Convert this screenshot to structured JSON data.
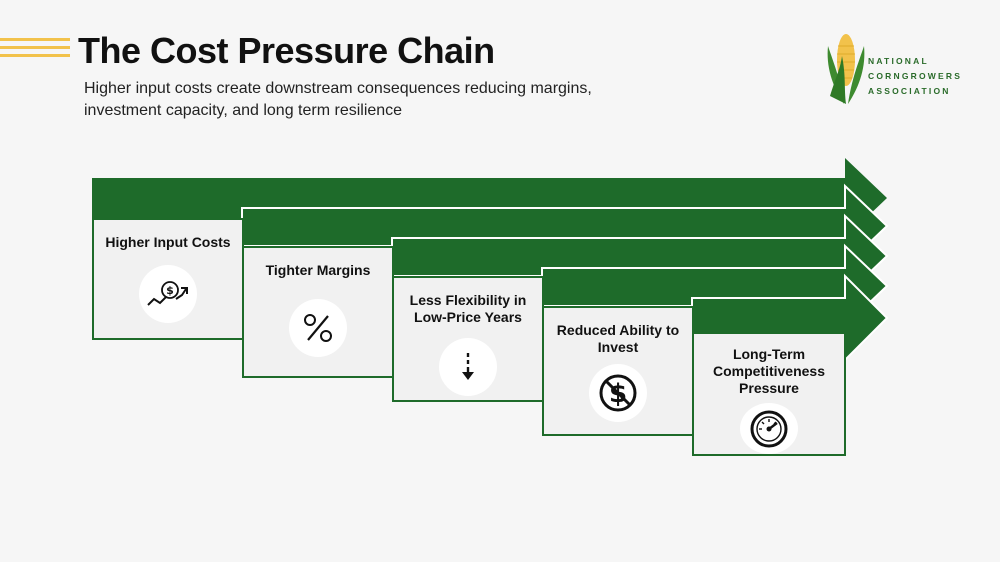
{
  "header": {
    "title": "The Cost Pressure Chain",
    "subtitle": "Higher input costs create downstream consequences reducing margins, investment capacity, and long term resilience"
  },
  "logo": {
    "line1": "NATIONAL",
    "line2": "CORNGROWERS",
    "line3": "ASSOCIATION"
  },
  "chain": {
    "steps": [
      {
        "label": "Higher Input Costs",
        "icon": "rising-cost-icon"
      },
      {
        "label": "Tighter Margins",
        "icon": "percent-icon"
      },
      {
        "label": "Less Flexibility in Low-Price Years",
        "icon": "arrow-down-icon"
      },
      {
        "label": "Reduced Ability to Invest",
        "icon": "no-dollar-icon"
      },
      {
        "label": "Long-Term Competitiveness Pressure",
        "icon": "gauge-icon"
      }
    ]
  },
  "colors": {
    "arrow_green": "#1e6b2a",
    "accent_yellow": "#f2c24b",
    "background": "#f6f6f6"
  }
}
